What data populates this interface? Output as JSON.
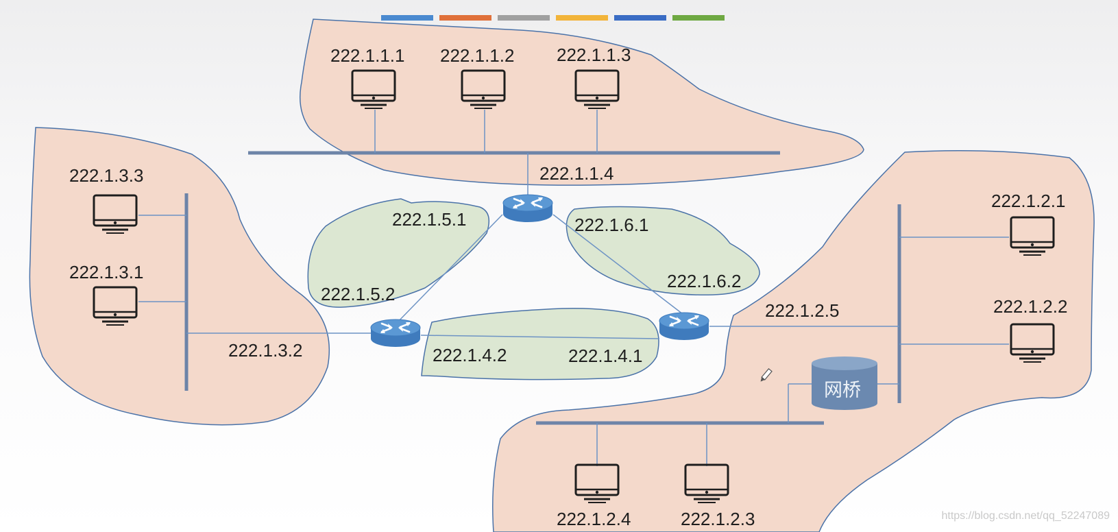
{
  "colors": {
    "lan_fill": "#f4d9cb",
    "subnet_fill": "#dce7d2",
    "border": "#4a72a8",
    "bus": "#6d84a8",
    "router": "#4f8cc9",
    "bridge": "#6b89b0"
  },
  "top_color_bar": [
    "#4a8ad0",
    "#e0703a",
    "#a0a0a0",
    "#f2b43a",
    "#3a6cc4",
    "#6ea842"
  ],
  "hosts": {
    "h_1_1_1": "222.1.1.1",
    "h_1_1_2": "222.1.1.2",
    "h_1_1_3": "222.1.1.3",
    "h_1_3_3": "222.1.3.3",
    "h_1_3_1": "222.1.3.1",
    "h_1_2_1": "222.1.2.1",
    "h_1_2_2": "222.1.2.2",
    "h_1_2_4": "222.1.2.4",
    "h_1_2_3": "222.1.2.3"
  },
  "interfaces": {
    "if_1_1_4": "222.1.1.4",
    "if_1_3_2": "222.1.3.2",
    "if_1_5_1": "222.1.5.1",
    "if_1_5_2": "222.1.5.2",
    "if_1_6_1": "222.1.6.1",
    "if_1_6_2": "222.1.6.2",
    "if_1_4_2": "222.1.4.2",
    "if_1_4_1": "222.1.4.1",
    "if_1_2_5": "222.1.2.5"
  },
  "bridge_label": "网桥",
  "icons": {
    "host": "monitor-icon",
    "router": "router-icon",
    "bridge": "bridge-icon",
    "cursor": "pen-cursor-icon"
  },
  "watermark": "https://blog.csdn.net/qq_52247089"
}
